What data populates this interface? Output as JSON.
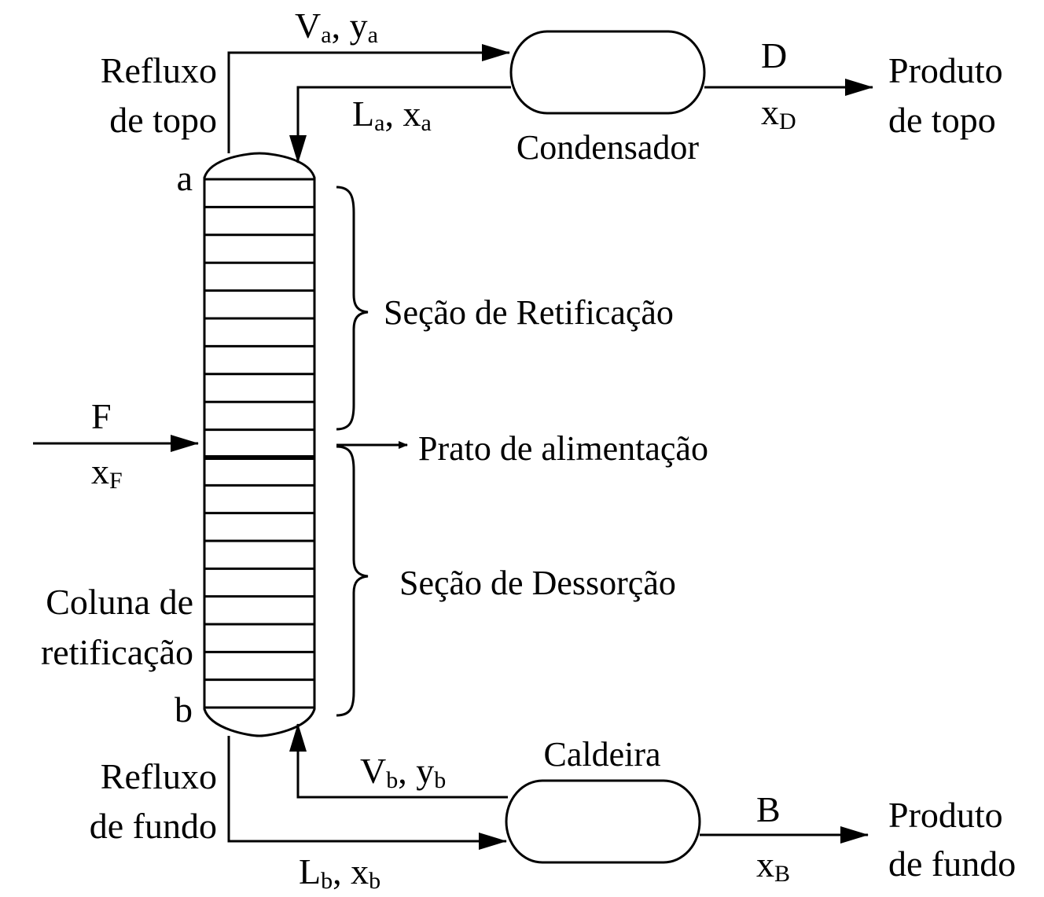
{
  "labels": {
    "refluxo_topo_1": "Refluxo",
    "refluxo_topo_2": "de topo",
    "refluxo_fundo_1": "Refluxo",
    "refluxo_fundo_2": "de fundo",
    "coluna_1": "Coluna de",
    "coluna_2": "retificação",
    "top_point": "a",
    "bottom_point": "b",
    "condensador": "Condensador",
    "caldeira": "Caldeira",
    "produto_topo_1": "Produto",
    "produto_topo_2": "de topo",
    "produto_fundo_1": "Produto",
    "produto_fundo_2": "de fundo",
    "secao_retificacao": "Seção de Retificação",
    "secao_dessorcao": "Seção de Dessorção",
    "prato_alimentacao": "Prato de alimentação"
  },
  "streams": {
    "vapor_top": {
      "main1": "V",
      "sub1": "a",
      "sep": ", y",
      "sub2": "a"
    },
    "liquid_top": {
      "main1": "L",
      "sub1": "a",
      "sep": ", x",
      "sub2": "a"
    },
    "vapor_bottom": {
      "main1": "V",
      "sub1": "b",
      "sep": ", y",
      "sub2": "b"
    },
    "liquid_bottom": {
      "main1": "L",
      "sub1": "b",
      "sep": ", x",
      "sub2": "b"
    },
    "distillate": {
      "name": "D",
      "comp": "x",
      "sub": "D"
    },
    "bottoms": {
      "name": "B",
      "comp": "x",
      "sub": "B"
    },
    "feed": {
      "name": "F",
      "comp": "x",
      "sub": "F"
    }
  },
  "column": {
    "plates_above_feed": 9,
    "plates_below_feed": 9
  }
}
